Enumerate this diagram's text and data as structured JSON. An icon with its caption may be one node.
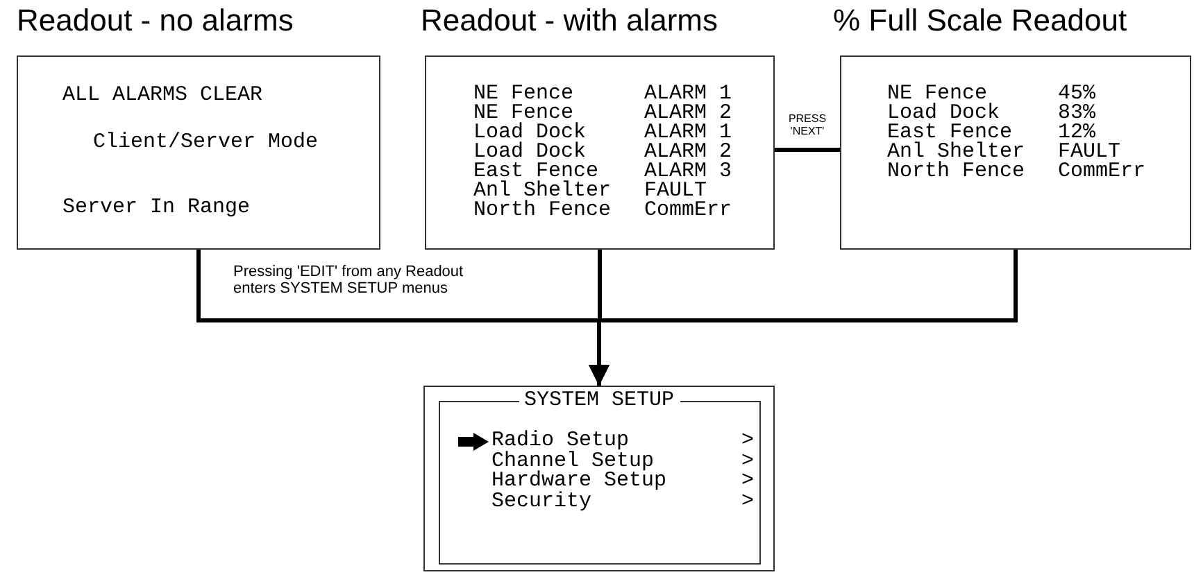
{
  "diagram": {
    "nodes": [
      {
        "text": [
          "Readout - no alarms",
          "ALL ALARMS CLEAR",
          "Client/Server Mode",
          "Server In Range"
        ]
      },
      {
        "text": [
          "Readout - with alarms",
          "NE Fence",
          "ALARM 1",
          "NE Fence",
          "ALARM 2",
          "Load Dock",
          "ALARM 1",
          "Load Dock",
          "ALARM 2",
          "East Fence",
          "ALARM 3",
          "Anl Shelter",
          "FAULT",
          "North Fence",
          "CommErr"
        ]
      },
      {
        "text": [
          "% Full Scale Readout",
          "NE Fence",
          "45%",
          "Load Dock",
          "83%",
          "East Fence",
          "12%",
          "Anl Shelter",
          "FAULT",
          "North Fence",
          "CommErr"
        ]
      },
      {
        "text": [
          "SYSTEM SETUP",
          "Radio Setup",
          ">",
          "Channel Setup",
          ">",
          "Hardware Setup",
          ">",
          "Security",
          ">"
        ]
      }
    ],
    "edges": [
      {
        "from": 1,
        "to": 2,
        "arrow": "none",
        "label": "PRESS 'NEXT'"
      },
      {
        "from": 0,
        "to": 3,
        "arrow": "to"
      },
      {
        "from": 1,
        "to": 3,
        "arrow": "to"
      },
      {
        "from": 2,
        "to": 3,
        "arrow": "to"
      }
    ],
    "labels": [
      "Pressing 'EDIT' from any Readout enters SYSTEM SETUP menus"
    ]
  }
}
